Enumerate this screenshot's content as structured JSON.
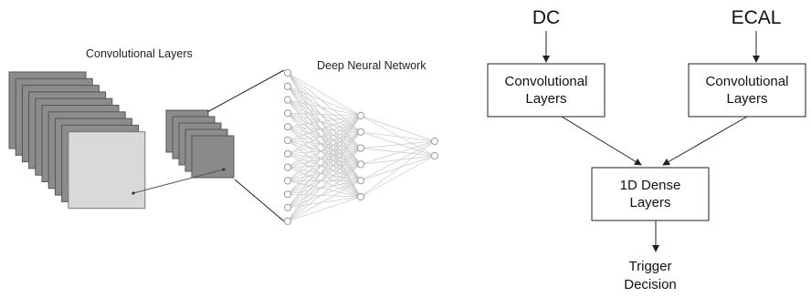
{
  "left_diagram": {
    "conv_title": "Convolutional Layers",
    "dnn_title": "Deep Neural Network",
    "neuron_layers": [
      12,
      6,
      2
    ]
  },
  "right_diagram": {
    "input_dc": "DC",
    "input_ecal": "ECAL",
    "conv_box_left": [
      "Convolutional",
      "Layers"
    ],
    "conv_box_right": [
      "Convolutional",
      "Layers"
    ],
    "dense_box": [
      "1D Dense",
      "Layers"
    ],
    "output": [
      "Trigger",
      "Decision"
    ]
  },
  "colors": {
    "feature_map_dark": "#8c8c8c",
    "feature_map_light": "#d9d9d9",
    "connection": "#c8c8c8",
    "neuron_stroke": "#9a9a9a"
  }
}
